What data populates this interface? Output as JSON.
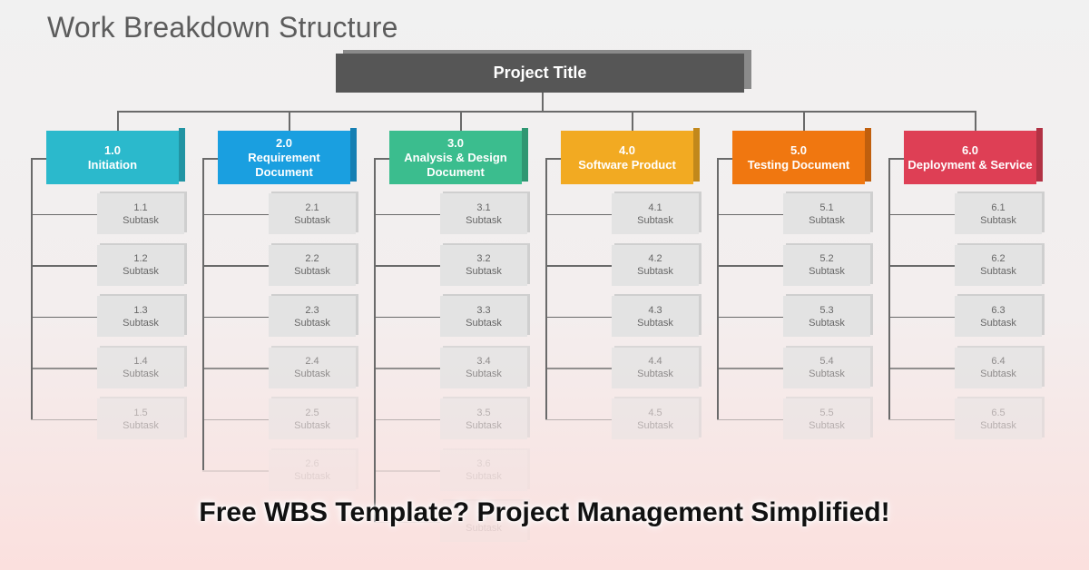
{
  "title": "Work Breakdown Structure",
  "project_title": "Project Title",
  "caption": "Free WBS Template?  Project Management Simplified!",
  "columns": [
    {
      "number": "1.0",
      "label": "Initiation",
      "color": "#2bb9cc",
      "subtasks": [
        {
          "num": "1.1",
          "label": "Subtask"
        },
        {
          "num": "1.2",
          "label": "Subtask"
        },
        {
          "num": "1.3",
          "label": "Subtask"
        },
        {
          "num": "1.4",
          "label": "Subtask"
        },
        {
          "num": "1.5",
          "label": "Subtask"
        }
      ]
    },
    {
      "number": "2.0",
      "label": "Requirement Document",
      "color": "#1a9fe0",
      "subtasks": [
        {
          "num": "2.1",
          "label": "Subtask"
        },
        {
          "num": "2.2",
          "label": "Subtask"
        },
        {
          "num": "2.3",
          "label": "Subtask"
        },
        {
          "num": "2.4",
          "label": "Subtask"
        },
        {
          "num": "2.5",
          "label": "Subtask"
        },
        {
          "num": "2.6",
          "label": "Subtask"
        }
      ]
    },
    {
      "number": "3.0",
      "label": "Analysis & Design Document",
      "color": "#3bbd8e",
      "subtasks": [
        {
          "num": "3.1",
          "label": "Subtask"
        },
        {
          "num": "3.2",
          "label": "Subtask"
        },
        {
          "num": "3.3",
          "label": "Subtask"
        },
        {
          "num": "3.4",
          "label": "Subtask"
        },
        {
          "num": "3.5",
          "label": "Subtask"
        },
        {
          "num": "3.6",
          "label": "Subtask"
        },
        {
          "num": "3.7",
          "label": "Subtask"
        }
      ]
    },
    {
      "number": "4.0",
      "label": "Software Product",
      "color": "#f2aa22",
      "subtasks": [
        {
          "num": "4.1",
          "label": "Subtask"
        },
        {
          "num": "4.2",
          "label": "Subtask"
        },
        {
          "num": "4.3",
          "label": "Subtask"
        },
        {
          "num": "4.4",
          "label": "Subtask"
        },
        {
          "num": "4.5",
          "label": "Subtask"
        }
      ]
    },
    {
      "number": "5.0",
      "label": "Testing Document",
      "color": "#f07710",
      "subtasks": [
        {
          "num": "5.1",
          "label": "Subtask"
        },
        {
          "num": "5.2",
          "label": "Subtask"
        },
        {
          "num": "5.3",
          "label": "Subtask"
        },
        {
          "num": "5.4",
          "label": "Subtask"
        },
        {
          "num": "5.5",
          "label": "Subtask"
        }
      ]
    },
    {
      "number": "6.0",
      "label": "Deployment & Service",
      "color": "#de3f55",
      "subtasks": [
        {
          "num": "6.1",
          "label": "Subtask"
        },
        {
          "num": "6.2",
          "label": "Subtask"
        },
        {
          "num": "6.3",
          "label": "Subtask"
        },
        {
          "num": "6.4",
          "label": "Subtask"
        },
        {
          "num": "6.5",
          "label": "Subtask"
        }
      ]
    }
  ]
}
